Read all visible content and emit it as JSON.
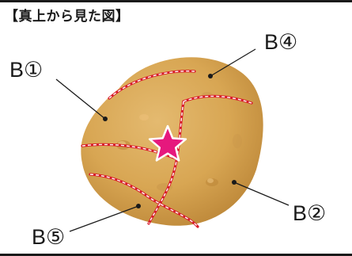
{
  "heading": "【真上から見た図】",
  "labels": {
    "b1": "B①",
    "b2": "B②",
    "b4": "B④",
    "b5": "B⑤"
  },
  "colors": {
    "ball_light": "#e0b266",
    "ball_mid": "#d3a04f",
    "ball_dark": "#b98335",
    "seam_outer": "#d91a2a",
    "seam_inner": "#ffffff",
    "star": "#e6187d",
    "star_outline": "#ffffff",
    "text": "#1a1a1a"
  }
}
